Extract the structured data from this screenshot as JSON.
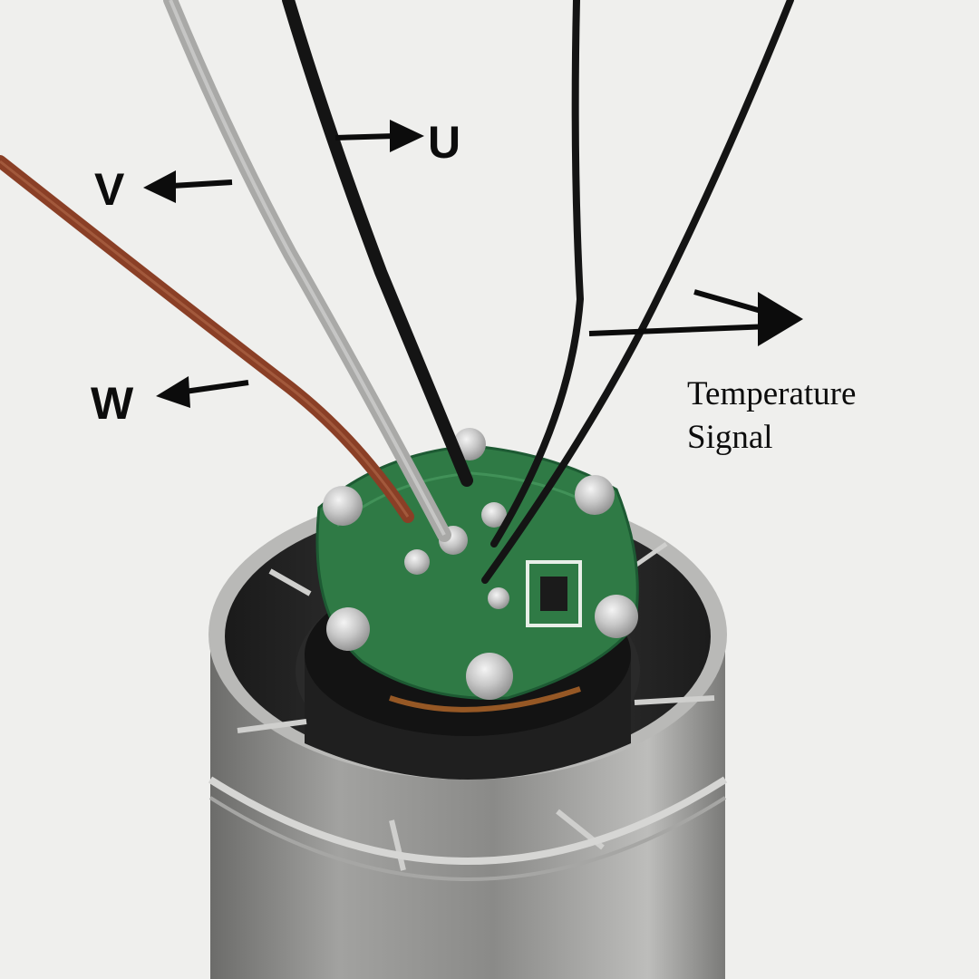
{
  "labels": {
    "u": "U",
    "v": "V",
    "w": "W",
    "temperature_line1": "Temperature",
    "temperature_line2": "Signal"
  },
  "colors": {
    "background": "#efefed",
    "wire_black": "#141414",
    "wire_grey": "#a9a9a7",
    "wire_brown": "#8a3f26",
    "pcb_green": "#2f7a45",
    "steel": "#8e8e8c",
    "arrow": "#0c0c0c"
  }
}
